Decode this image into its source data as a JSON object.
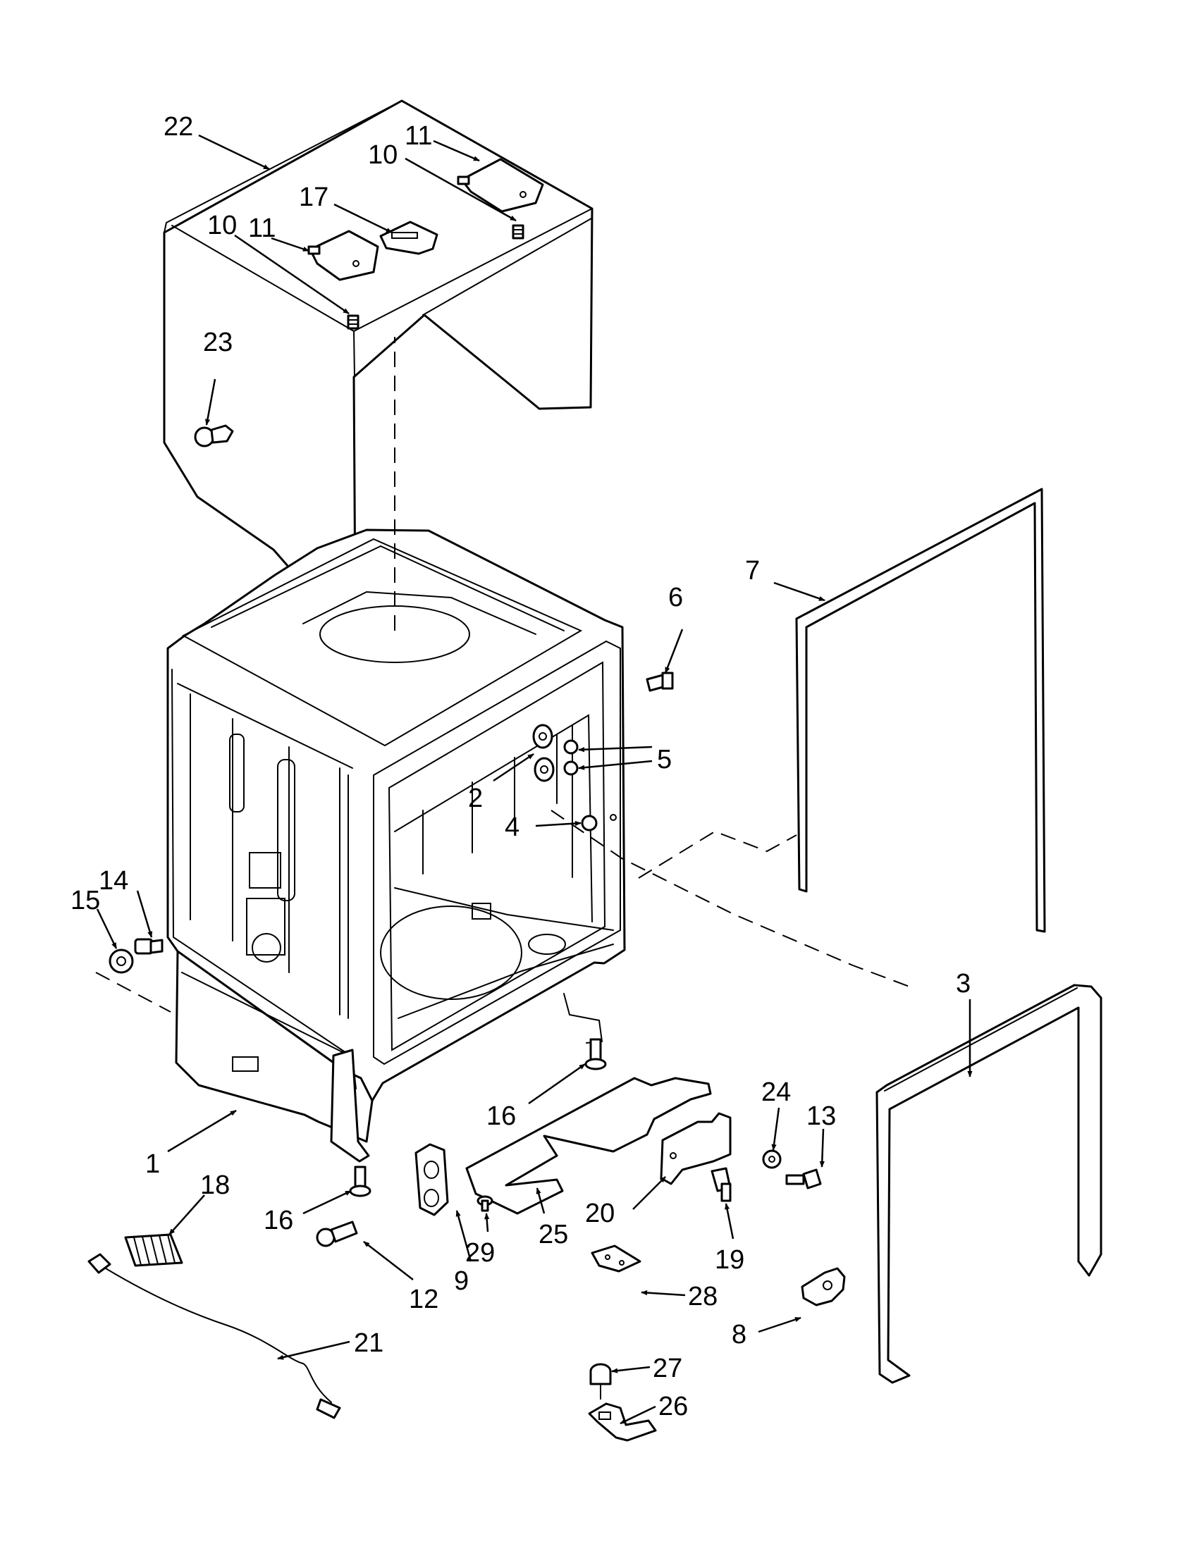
{
  "callouts": [
    "22",
    "11",
    "10",
    "17",
    "11",
    "10",
    "23",
    "7",
    "6",
    "5",
    "2",
    "4",
    "14",
    "15",
    "3",
    "16",
    "24",
    "13",
    "1",
    "20",
    "19",
    "25",
    "29",
    "18",
    "16",
    "9",
    "12",
    "28",
    "8",
    "21",
    "27",
    "26"
  ],
  "colors": {
    "ink": "#000000",
    "background": "#ffffff"
  },
  "icons": [
    "arrow-head-icon"
  ]
}
